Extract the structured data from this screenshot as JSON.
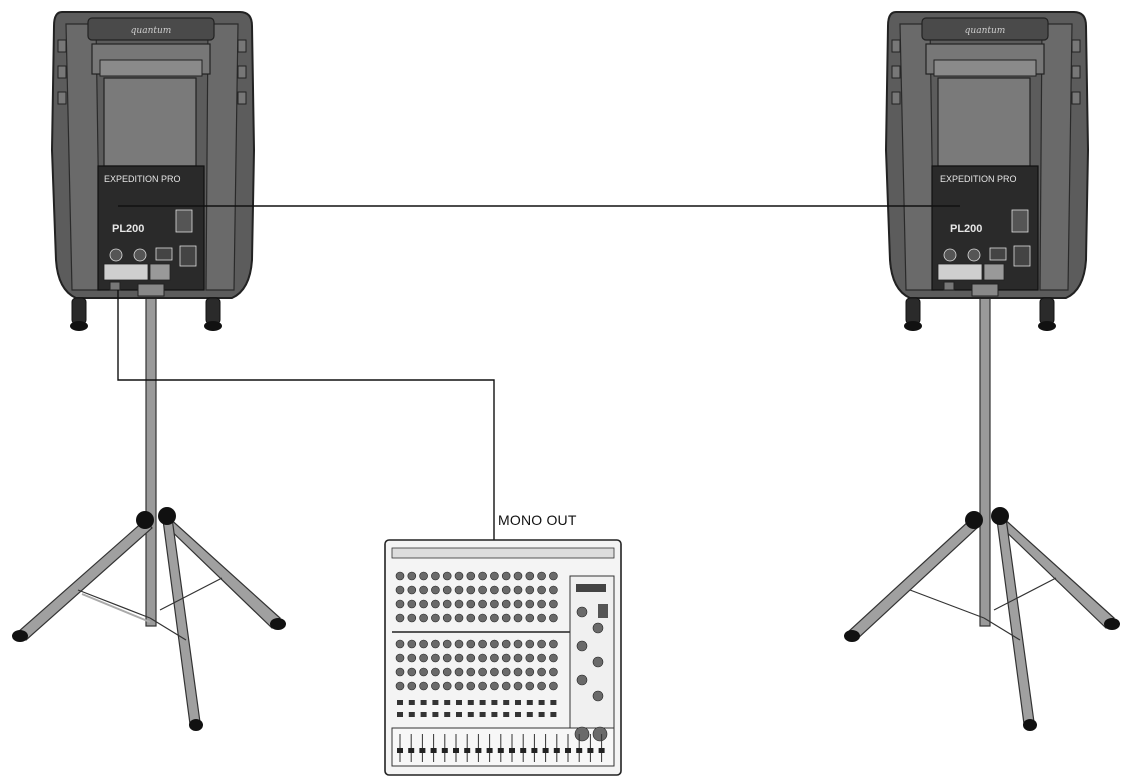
{
  "diagram": {
    "connection_label": "MONO OUT",
    "speakers": [
      {
        "brand_text": "EXPEDITION PRO",
        "model_text": "PL200"
      },
      {
        "brand_text": "EXPEDITION PRO",
        "model_text": "PL200"
      }
    ],
    "colors": {
      "speaker_body": "#5c5c5c",
      "speaker_dark": "#3a3a3a",
      "panel": "#2a2a2a",
      "stand": "#9a9a9a",
      "stand_outline": "#333333",
      "foot": "#111111",
      "cable": "#111111",
      "mixer_body": "#f4f4f4",
      "knob": "#6a6a6a"
    }
  }
}
